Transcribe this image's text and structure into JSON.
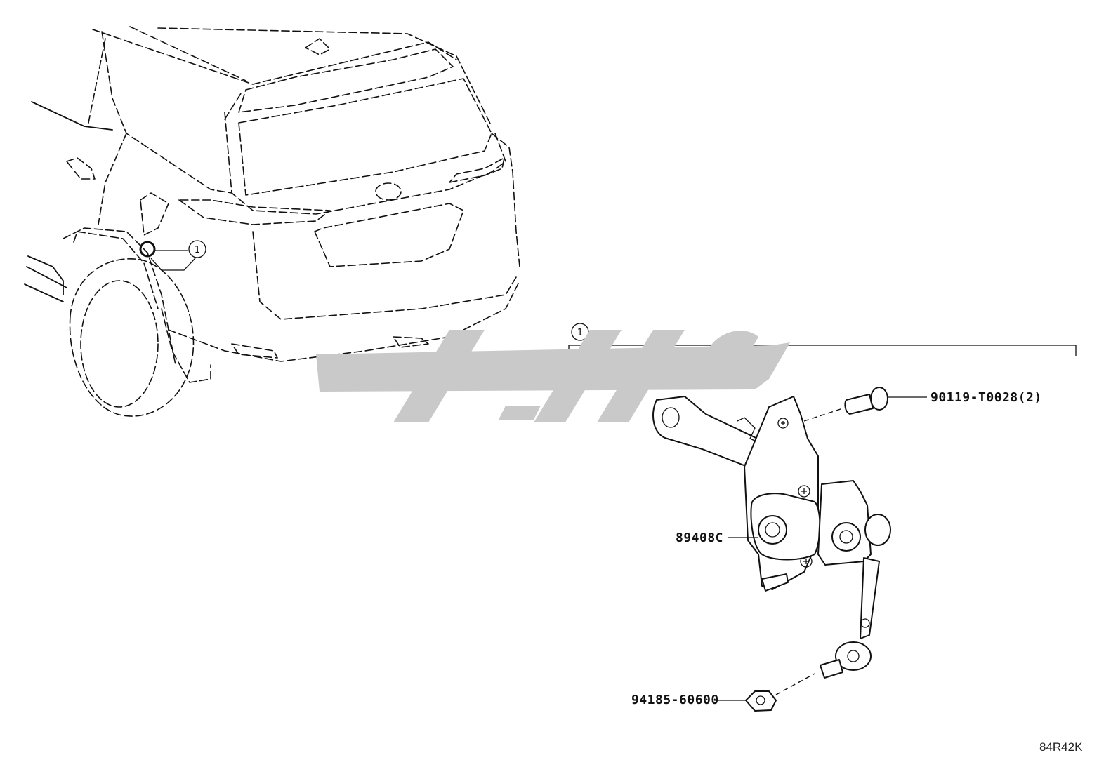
{
  "diagram": {
    "callouts": {
      "location_ref": "1",
      "group_ref": "1"
    },
    "parts": [
      {
        "id": "bolt",
        "number": "90119-T0028(2)"
      },
      {
        "id": "sensor",
        "number": "89408C"
      },
      {
        "id": "nut",
        "number": "94185-60600"
      }
    ],
    "illustration_code": "84R42K"
  },
  "colors": {
    "line": "#111111",
    "watermark": "#c9c9c9",
    "background": "#ffffff"
  }
}
